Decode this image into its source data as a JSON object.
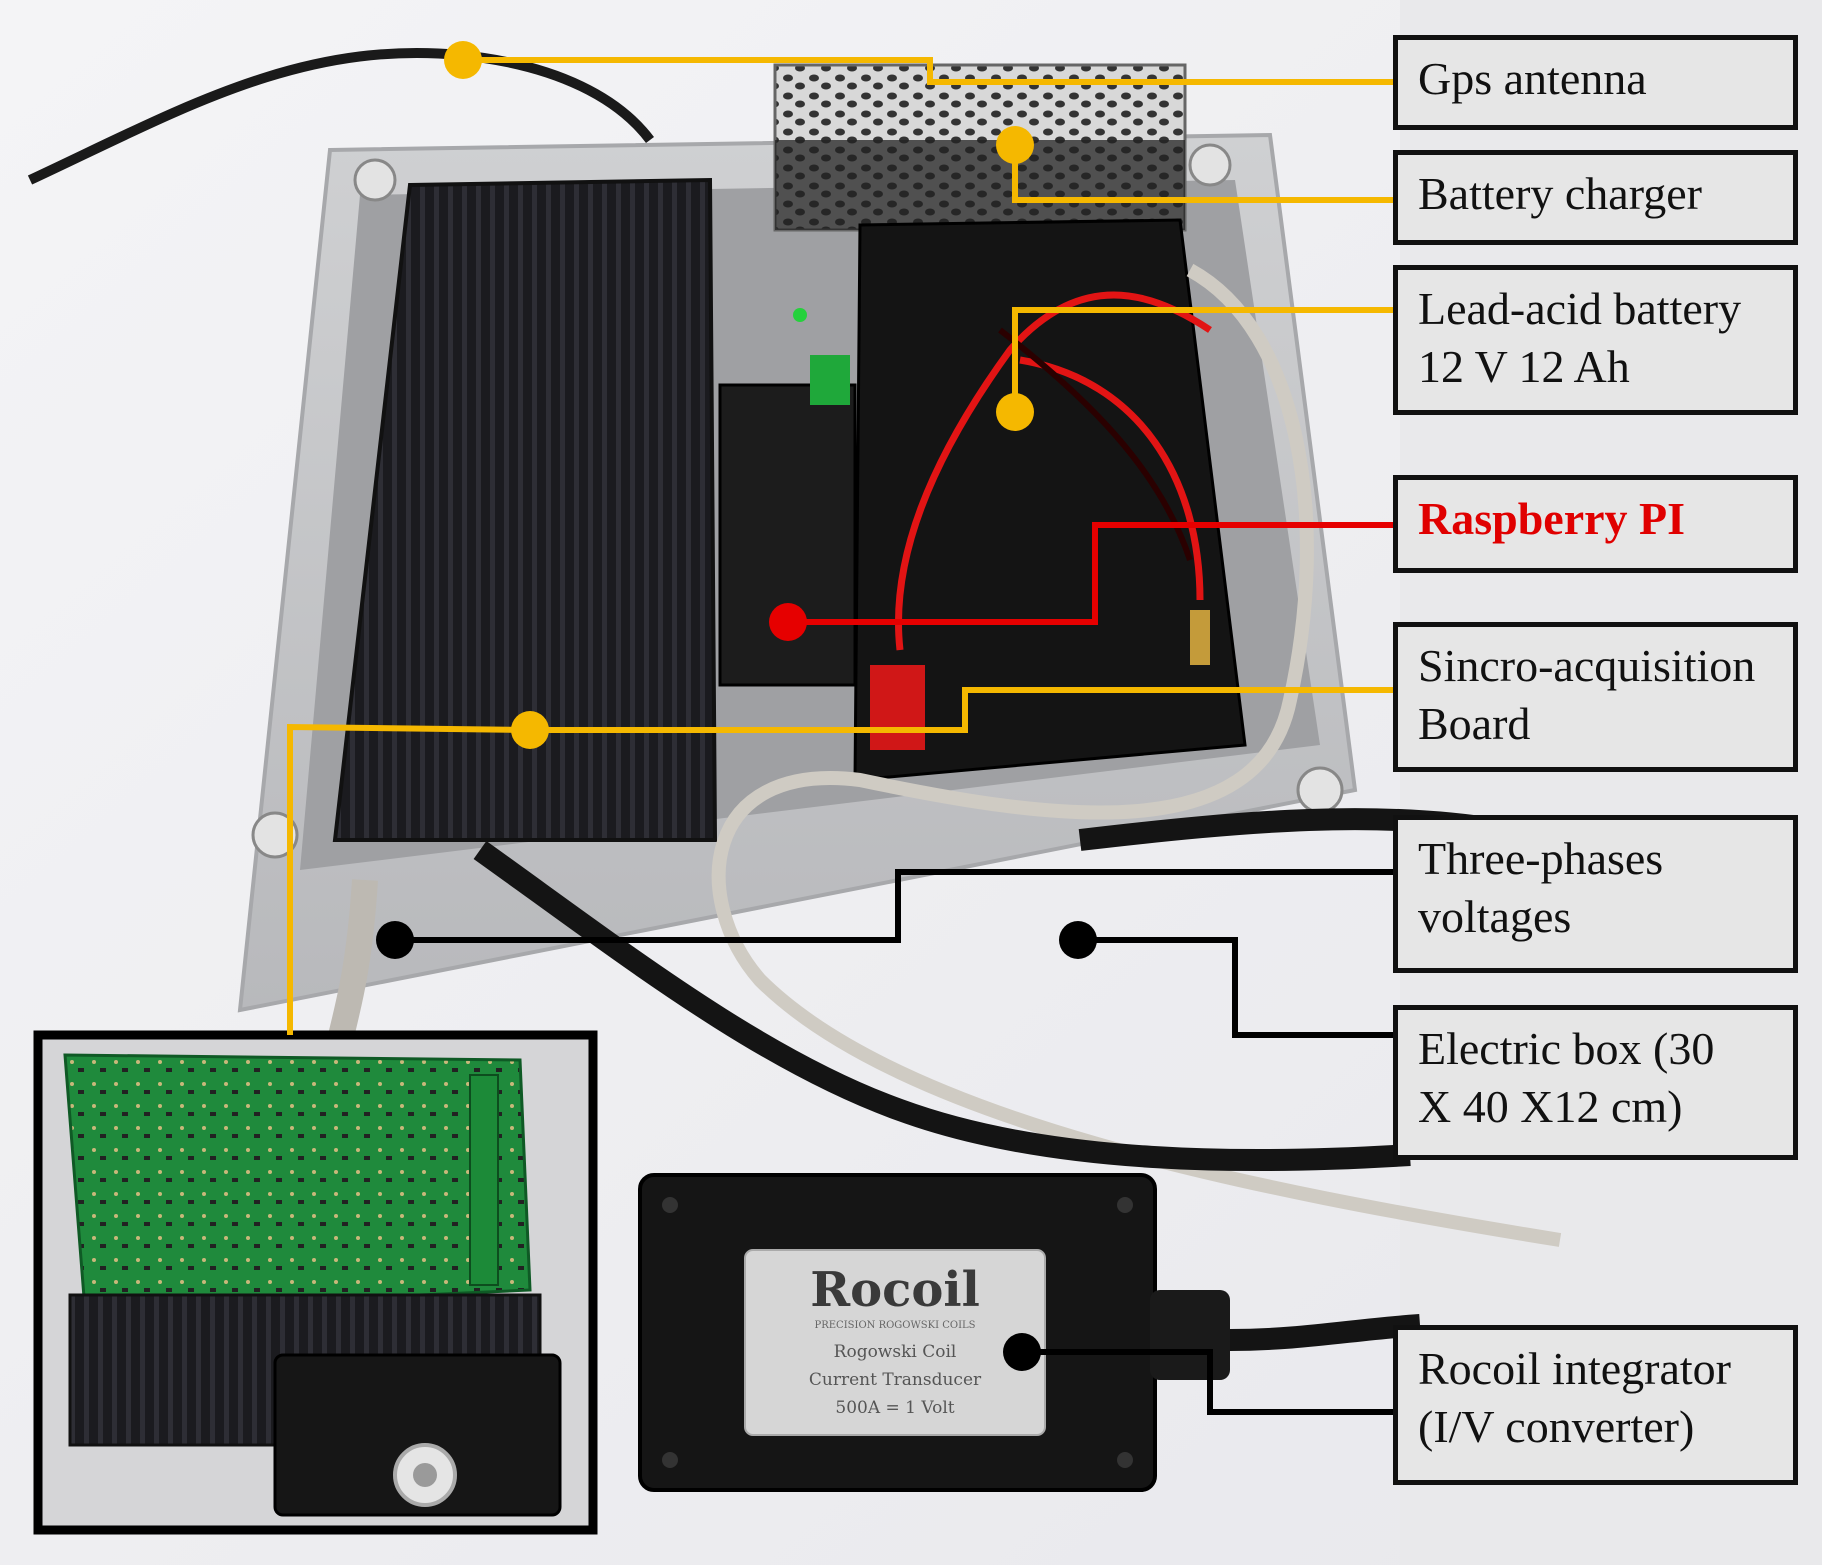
{
  "labels": {
    "gps_antenna": "Gps antenna",
    "battery_charger": "Battery charger",
    "lead_acid_battery_line1": "Lead-acid  battery",
    "lead_acid_battery_line2": "12 V 12 Ah",
    "raspberry_pi": "Raspberry PI",
    "sincro_board_line1": "Sincro-acquisition",
    "sincro_board_line2": "Board",
    "three_phases_line1": "Three-phases",
    "three_phases_line2": "voltages",
    "electric_box_line1": "Electric box (30",
    "electric_box_line2": "X 40 X12 cm)",
    "rocoil_integrator_line1": "Rocoil integrator",
    "rocoil_integrator_line2": "(I/V converter)"
  },
  "rocoil_device": {
    "brand": "Rocoil",
    "tagline": "PRECISION ROGOWSKI COILS",
    "desc_line1": "Rogowski Coil",
    "desc_line2": "Current Transducer",
    "desc_line3": "500A = 1 Volt"
  },
  "colors": {
    "leader_yellow": "#f5b800",
    "leader_red": "#e60000",
    "leader_black": "#000000",
    "label_border": "#111111",
    "label_bg": "#e6e6e6",
    "label_red_text": "#e00000"
  }
}
